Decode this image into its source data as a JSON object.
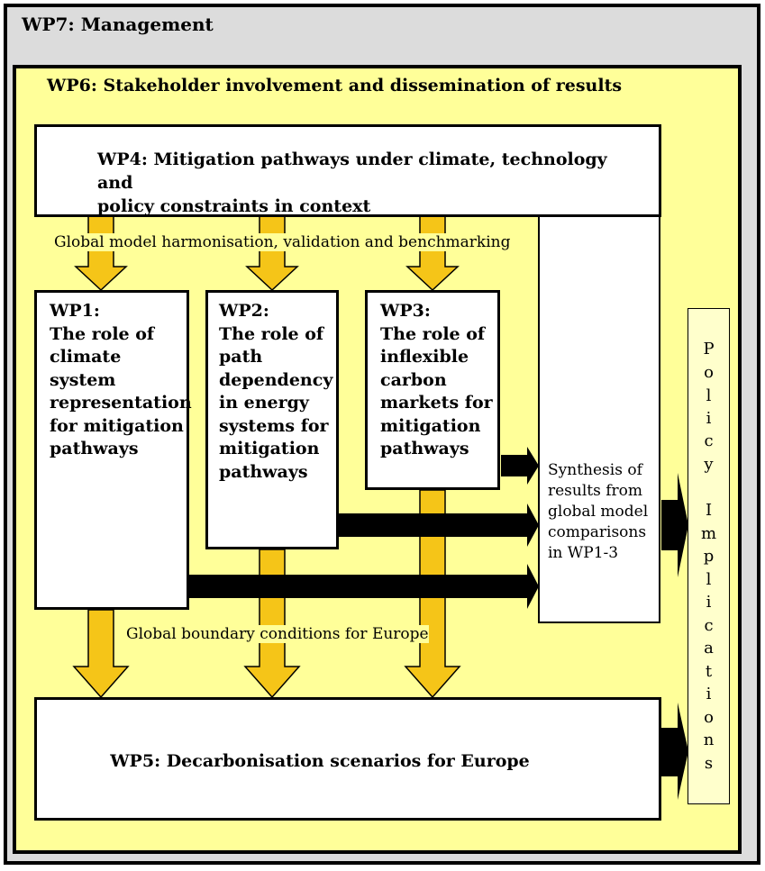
{
  "wp7": {
    "title": "WP7: Management"
  },
  "wp6": {
    "title": "WP6: Stakeholder involvement and dissemination of results"
  },
  "wp4": {
    "line1": "WP4: Mitigation pathways under climate, technology and",
    "line2": "policy constraints in context"
  },
  "wp1": {
    "lines": [
      "WP1:",
      "The role of",
      "climate system",
      "representation",
      "for mitigation",
      "pathways"
    ]
  },
  "wp2": {
    "lines": [
      "WP2:",
      "The role of",
      "path",
      "dependency",
      "in energy",
      "systems for",
      "mitigation",
      "pathways"
    ]
  },
  "wp3": {
    "lines": [
      "WP3:",
      "The role of",
      "inflexible",
      "carbon",
      "markets for",
      "mitigation",
      "pathways"
    ]
  },
  "synthesis": {
    "lines": [
      "Synthesis of",
      "results from",
      "global model",
      "comparisons",
      "in WP1-3"
    ]
  },
  "wp5": {
    "title": "WP5: Decarbonisation scenarios for Europe"
  },
  "labels": {
    "harmonisation": "Global model harmonisation, validation and benchmarking",
    "boundary": "Global boundary conditions for Europe"
  },
  "policy": {
    "letters": [
      "P",
      "o",
      "l",
      "i",
      "c",
      "y",
      "",
      "I",
      "m",
      "p",
      "l",
      "i",
      "c",
      "a",
      "t",
      "i",
      "o",
      "n",
      "s"
    ]
  },
  "colors": {
    "arrow_yellow": "#f5c518",
    "wp6_bg": "#ffff99",
    "wp7_bg": "#dcdcdc"
  }
}
